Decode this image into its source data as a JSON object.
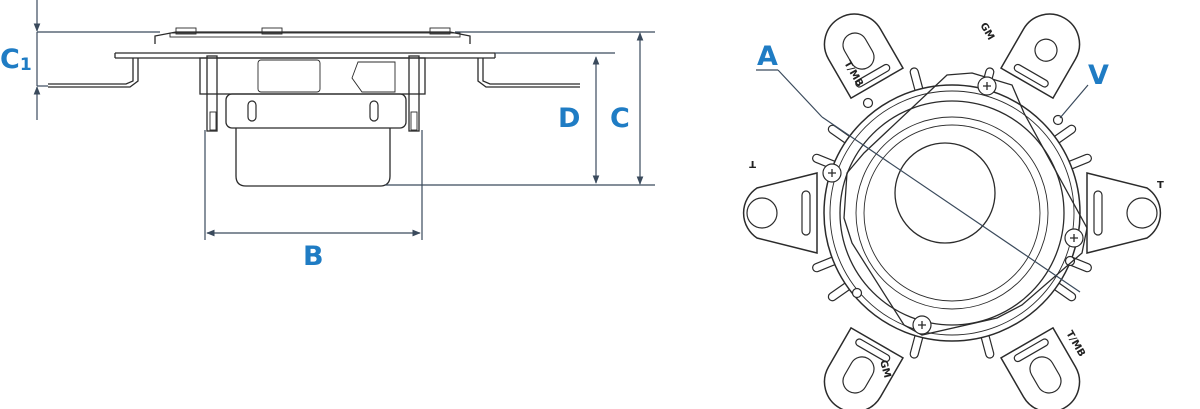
{
  "labels": {
    "c1_main": "C",
    "c1_sub": "1",
    "b": "B",
    "c": "C",
    "d": "D",
    "a": "A",
    "v": "V"
  },
  "flange_marks": {
    "tmb_top": "T/MB",
    "gm_top": "GM",
    "t_left": "T",
    "t_right": "T",
    "tmb_bottom": "T/MB",
    "gm_bottom": "GM"
  },
  "colors": {
    "label": "#1f7cc4",
    "line": "#2b2b2b",
    "dimension_line": "#3a4a5c",
    "background": "#ffffff"
  }
}
